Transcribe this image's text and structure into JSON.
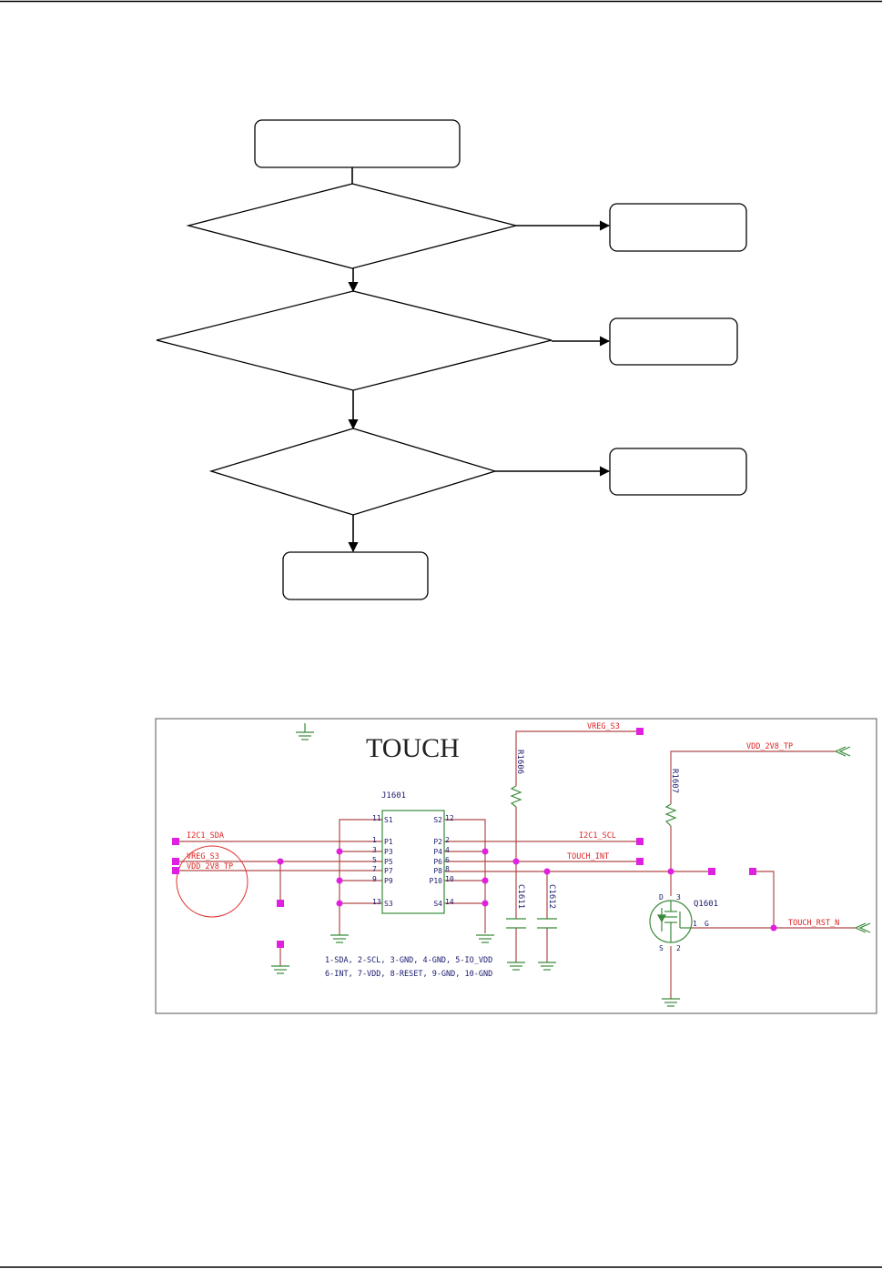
{
  "flowchart": {
    "boxes": [
      "",
      "",
      "",
      "",
      ""
    ],
    "decisions": [
      "",
      "",
      ""
    ]
  },
  "schematic": {
    "title": "TOUCH",
    "connector_ref": "J1601",
    "connector_pins_left": [
      {
        "num": "11",
        "name": "S1"
      },
      {
        "num": "1",
        "name": "P1"
      },
      {
        "num": "3",
        "name": "P3"
      },
      {
        "num": "5",
        "name": "P5"
      },
      {
        "num": "7",
        "name": "P7"
      },
      {
        "num": "9",
        "name": "P9"
      },
      {
        "num": "13",
        "name": "S3"
      }
    ],
    "connector_pins_right": [
      {
        "num": "12",
        "name": "S2"
      },
      {
        "num": "2",
        "name": "P2"
      },
      {
        "num": "4",
        "name": "P4"
      },
      {
        "num": "6",
        "name": "P6"
      },
      {
        "num": "8",
        "name": "P8"
      },
      {
        "num": "10",
        "name": "P10"
      },
      {
        "num": "14",
        "name": "S4"
      }
    ],
    "nets": {
      "i2c_sda": "I2C1_SDA",
      "vreg_left": "VREG_S3",
      "vdd_left": "VDD_2V8_TP",
      "vreg_top": "VREG_S3",
      "i2c_scl": "I2C1_SCL",
      "touch_int": "TOUCH_INT",
      "vdd_top": "VDD_2V8_TP",
      "touch_rst": "TOUCH_RST_N"
    },
    "resistors": [
      "R1606",
      "R1607"
    ],
    "capacitors": [
      "C1611",
      "C1612"
    ],
    "transistor": {
      "ref": "Q1601",
      "d": "D",
      "pin_d": "3",
      "pin_g": "1",
      "g": "G",
      "s": "S",
      "pin_s": "2"
    },
    "pin_notes": [
      "1-SDA, 2-SCL, 3-GND, 4-GND, 5-IO_VDD",
      "6-INT, 7-VDD, 8-RESET, 9-GND, 10-GND"
    ],
    "colors": {
      "wire": "#b24a4a",
      "net_label": "#dd2222",
      "part": "#3a8a3a",
      "junction": "#e020e0",
      "text": "#1a1a70"
    }
  }
}
